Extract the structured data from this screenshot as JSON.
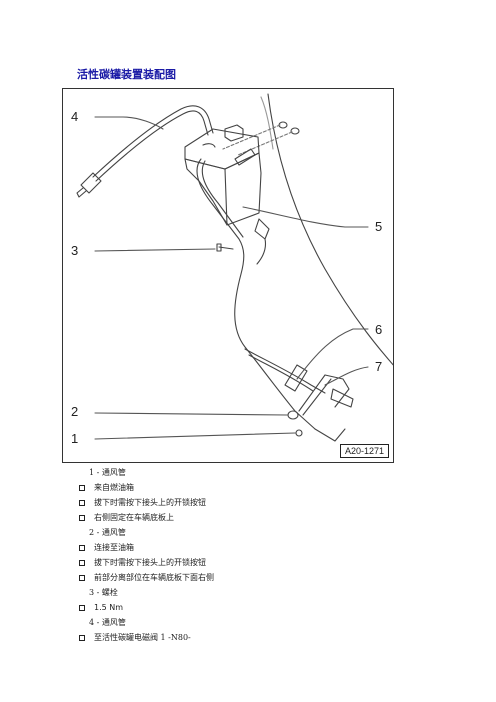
{
  "title": "活性碳罐装置装配图",
  "figure": {
    "callouts": [
      "4",
      "5",
      "3",
      "6",
      "7",
      "2",
      "1"
    ],
    "id": "A20-1271"
  },
  "legend": [
    {
      "kind": "head",
      "text": "1 - 通风管"
    },
    {
      "kind": "bullet",
      "text": "来自燃油箱"
    },
    {
      "kind": "bullet",
      "text": "拔下时需按下接头上的开锁按钮"
    },
    {
      "kind": "bullet",
      "text": "右侧固定在车辆底板上"
    },
    {
      "kind": "head",
      "text": "2 - 通风管"
    },
    {
      "kind": "bullet",
      "text": "连接至油箱"
    },
    {
      "kind": "bullet",
      "text": "拔下时需按下接头上的开锁按钮"
    },
    {
      "kind": "bullet",
      "text": "前部分离部位在车辆底板下面右侧"
    },
    {
      "kind": "head",
      "text": "3 - 螺栓"
    },
    {
      "kind": "bullet",
      "text": "1.5 Nm"
    },
    {
      "kind": "head",
      "text": "4 - 通风管"
    },
    {
      "kind": "bullet",
      "text": "至活性碳罐电磁阀 1 -N80-"
    }
  ]
}
